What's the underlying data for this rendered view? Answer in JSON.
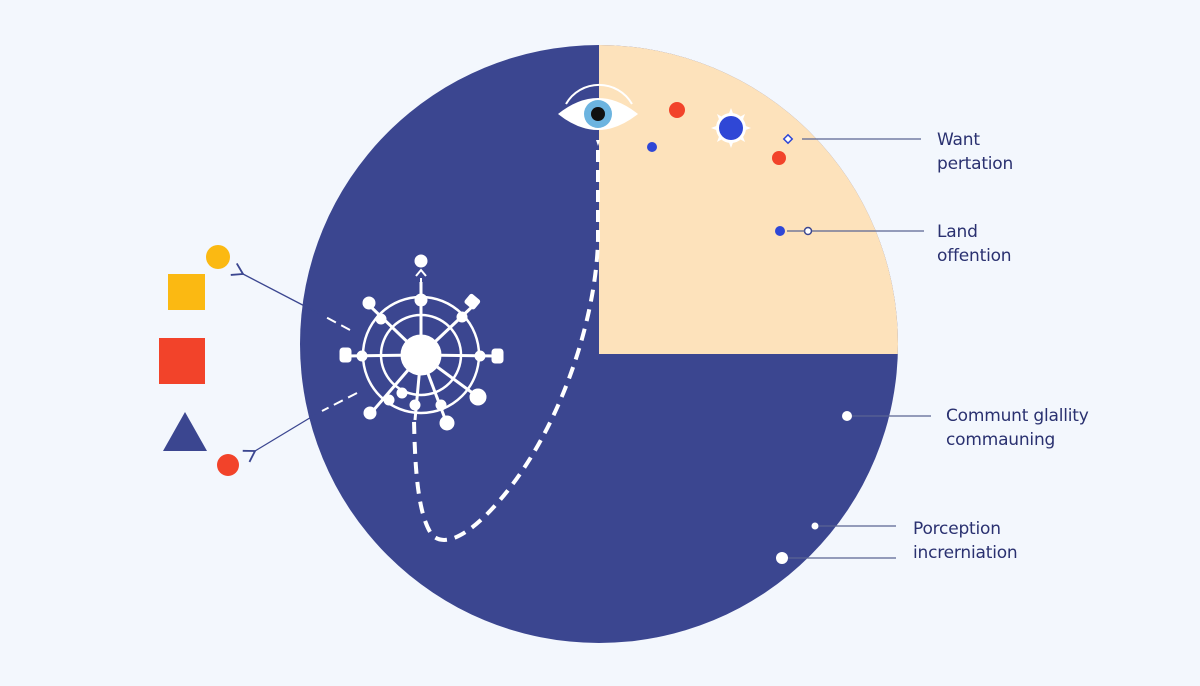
{
  "colors": {
    "background": "#f3f7fd",
    "navy": "#3b4690",
    "peach": "#fde2bb",
    "white": "#ffffff",
    "red": "#f2432a",
    "blue": "#2f47d6",
    "yellow": "#fbb912",
    "iris": "#6cb4e0",
    "text": "#2a3170",
    "leader": "#5a6492"
  },
  "callouts": [
    {
      "line1": "Want",
      "line2": "pertation"
    },
    {
      "line1": "Land",
      "line2": "offention"
    },
    {
      "line1": "Communt glallity",
      "line2": "commauning"
    },
    {
      "line1": "Porception",
      "line2": "increrniation"
    }
  ],
  "legend_shapes": [
    {
      "shape": "circle",
      "color": "yellow"
    },
    {
      "shape": "square",
      "color": "yellow"
    },
    {
      "shape": "square",
      "color": "red"
    },
    {
      "shape": "triangle",
      "color": "navy"
    },
    {
      "shape": "circle",
      "color": "red"
    }
  ],
  "icons": {
    "eye": "eye-icon",
    "sun": "sun-icon",
    "network": "network-hub-icon"
  }
}
